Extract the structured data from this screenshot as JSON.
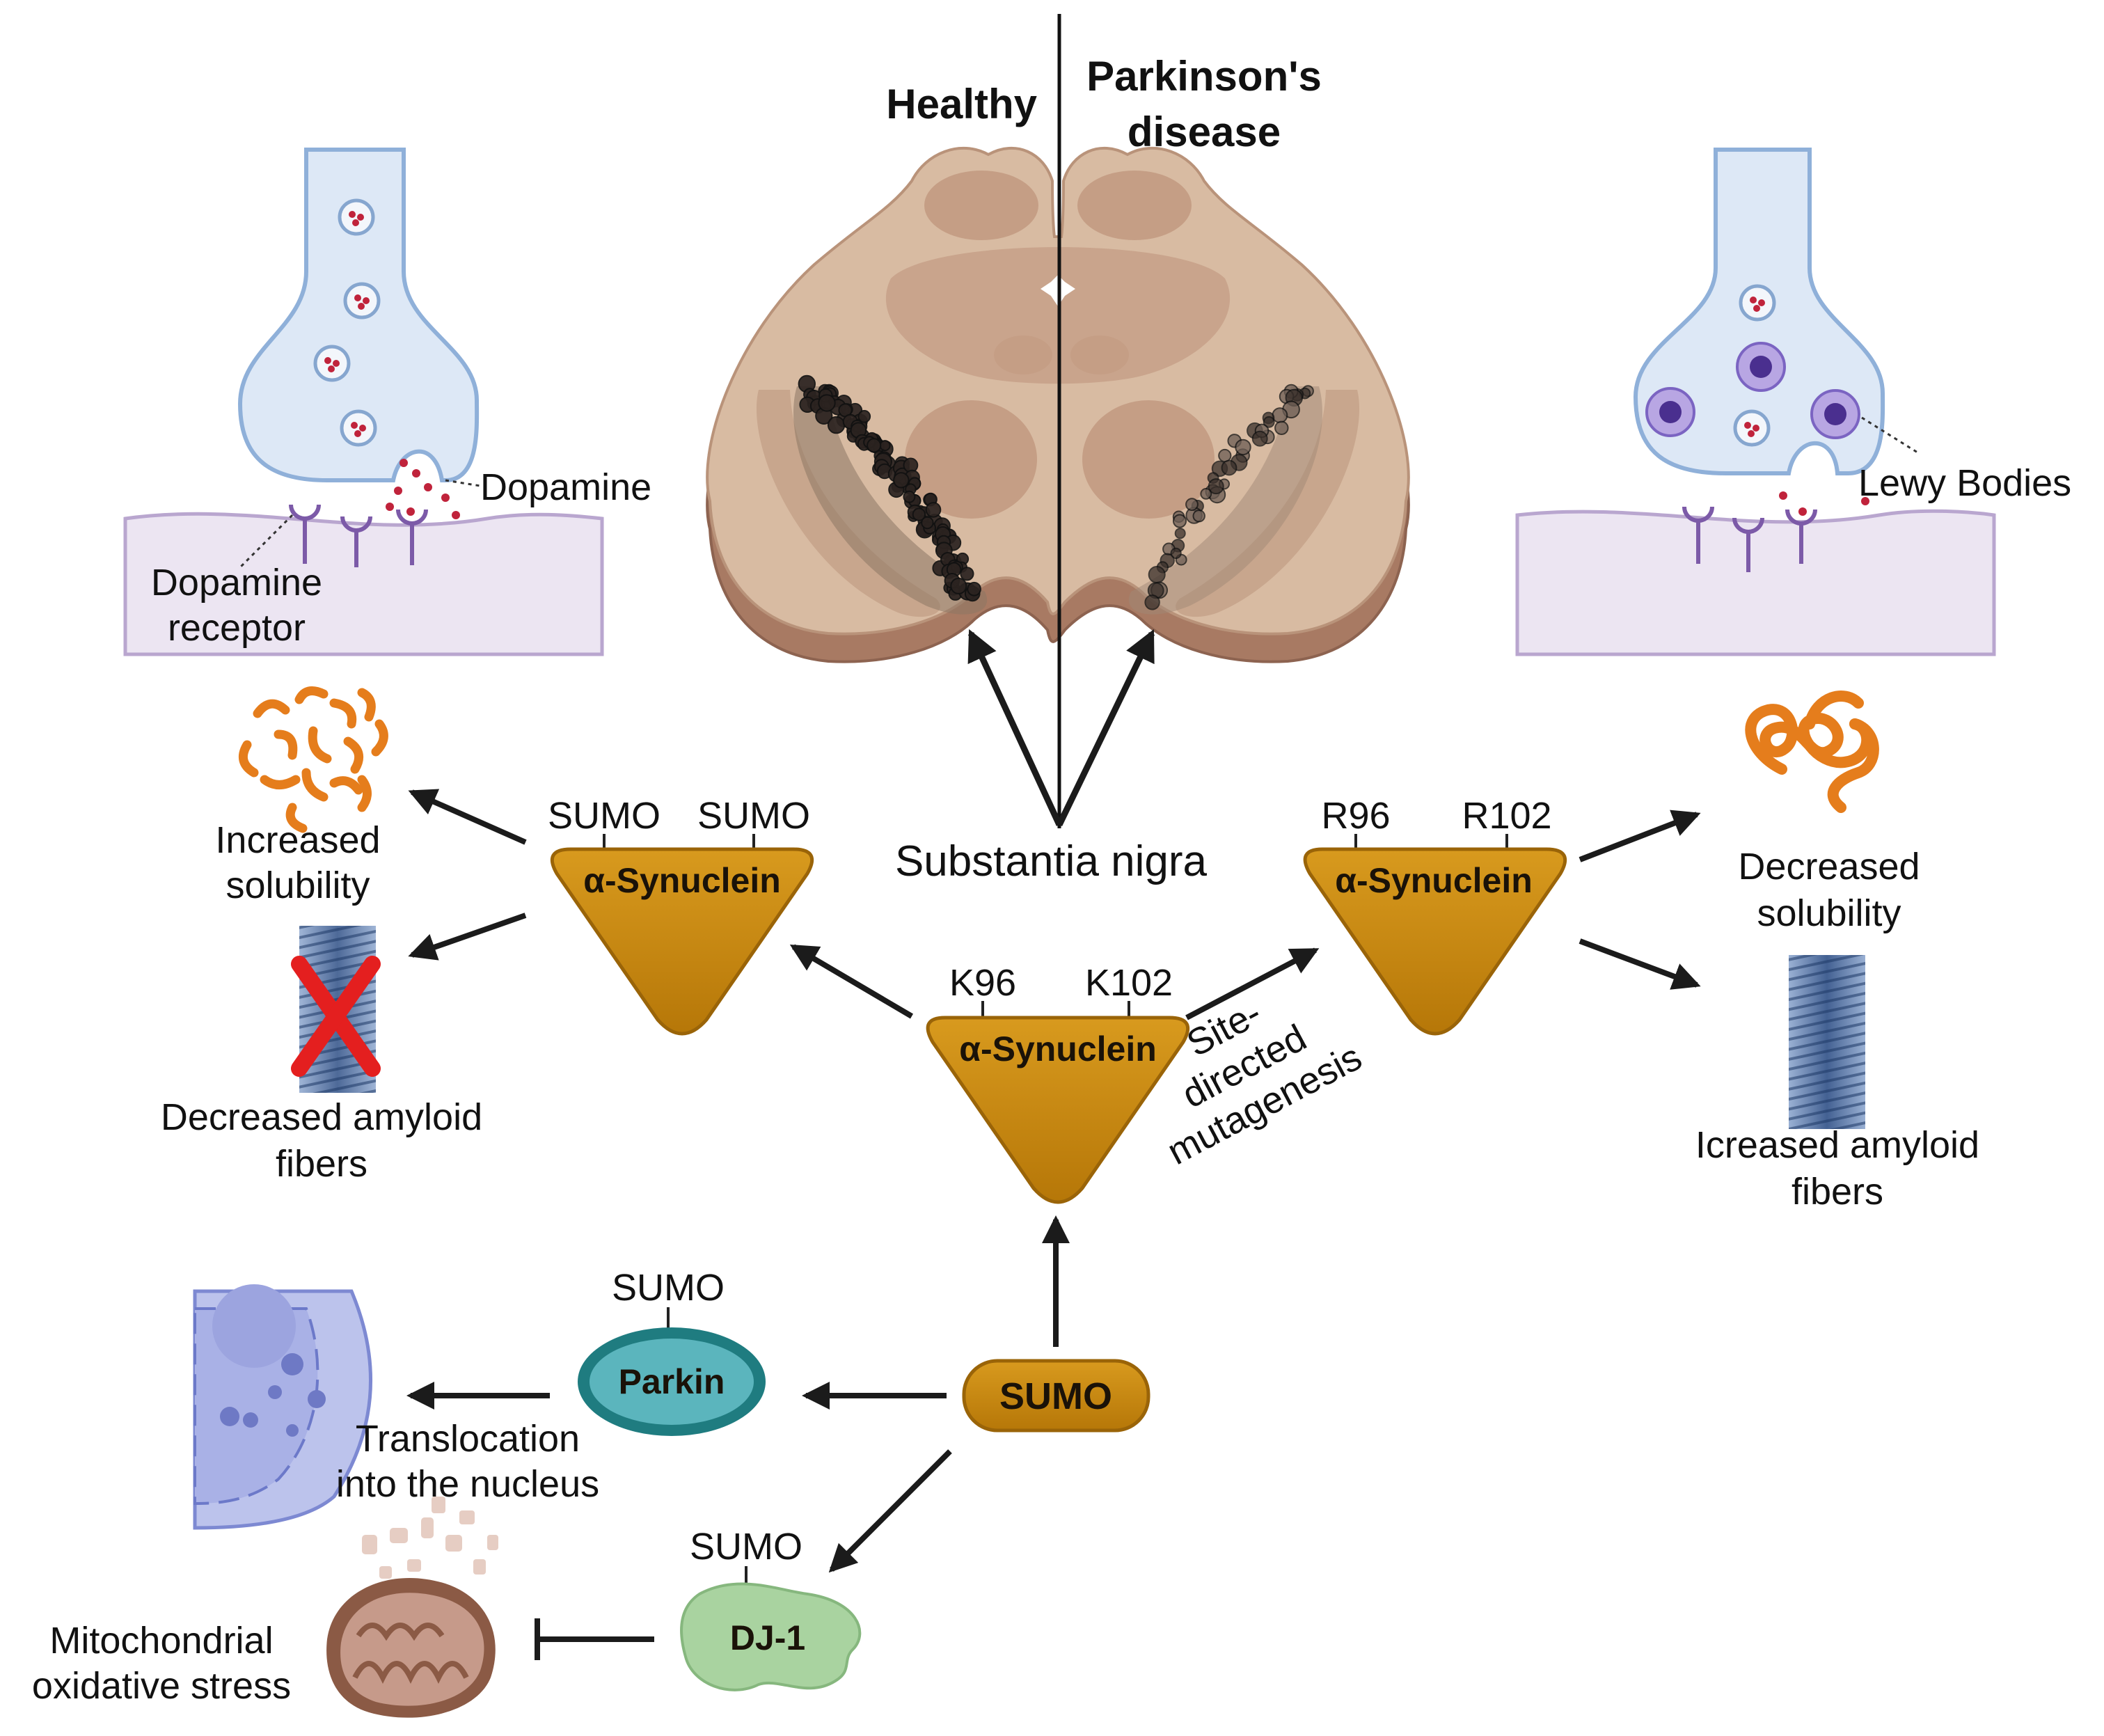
{
  "header": {
    "healthy": "Healthy",
    "pd_line1": "Parkinson's",
    "pd_line2": "disease"
  },
  "synapse_left": {
    "dopamine": "Dopamine",
    "receptor_line1": "Dopamine",
    "receptor_line2": "receptor"
  },
  "synapse_right": {
    "lewy": "Lewy Bodies"
  },
  "midbrain": {
    "label": "Substantia nigra"
  },
  "protein": {
    "name": "α-Synuclein"
  },
  "left_protein": {
    "site_a": "SUMO",
    "site_b": "SUMO"
  },
  "center_protein": {
    "site_a": "K96",
    "site_b": "K102"
  },
  "right_protein": {
    "site_a": "R96",
    "site_b": "R102"
  },
  "left_outcomes": {
    "solubility_line1": "Increased",
    "solubility_line2": "solubility",
    "fibers_line1": "Decreased amyloid",
    "fibers_line2": "fibers"
  },
  "right_outcomes": {
    "solubility_line1": "Decreased",
    "solubility_line2": "solubility",
    "fibers_line1": "Icreased amyloid",
    "fibers_line2": "fibers"
  },
  "mutagenesis": {
    "line1": "Site-",
    "line2": "directed",
    "line3": "mutagenesis"
  },
  "sumo": {
    "label": "SUMO"
  },
  "parkin": {
    "label": "Parkin",
    "tag": "SUMO"
  },
  "nucleus": {
    "line1": "Translocation",
    "line2": "into the nucleus"
  },
  "dj1": {
    "label": "DJ-1",
    "tag": "SUMO"
  },
  "mito": {
    "line1": "Mitochondrial",
    "line2": "oxidative stress"
  },
  "colors": {
    "protein_fill": "#c98a12",
    "protein_edge": "#9a6408",
    "parkin_fill": "#5bb5bd",
    "parkin_ring": "#1f7c80",
    "dj1_fill": "#a9d3a0",
    "tissue": "#d8bba2",
    "tissue_dark": "#c39a82",
    "neuron": "#dde8f6",
    "amyloid": "#e57d1c",
    "fiber": "#3d5d92",
    "cross": "#e41f1f"
  }
}
